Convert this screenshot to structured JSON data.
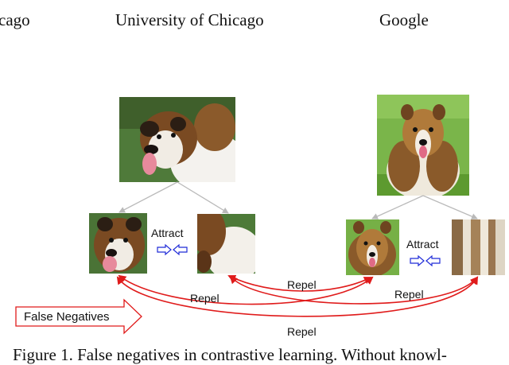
{
  "header": {
    "affiliations": [
      "cago",
      "University of Chicago",
      "Google"
    ]
  },
  "figure": {
    "attract_label": "Attract",
    "repel_labels": [
      "Repel",
      "Repel",
      "Repel",
      "Repel"
    ],
    "false_negatives_label": "False Negatives"
  },
  "caption": {
    "text": "Figure 1. False negatives in contrastive learning. Without knowl-"
  },
  "colors": {
    "repel_arrow": "#e01b1b",
    "attract_arrow": "#1f2bd8",
    "tree_line": "#b9b9b9"
  }
}
